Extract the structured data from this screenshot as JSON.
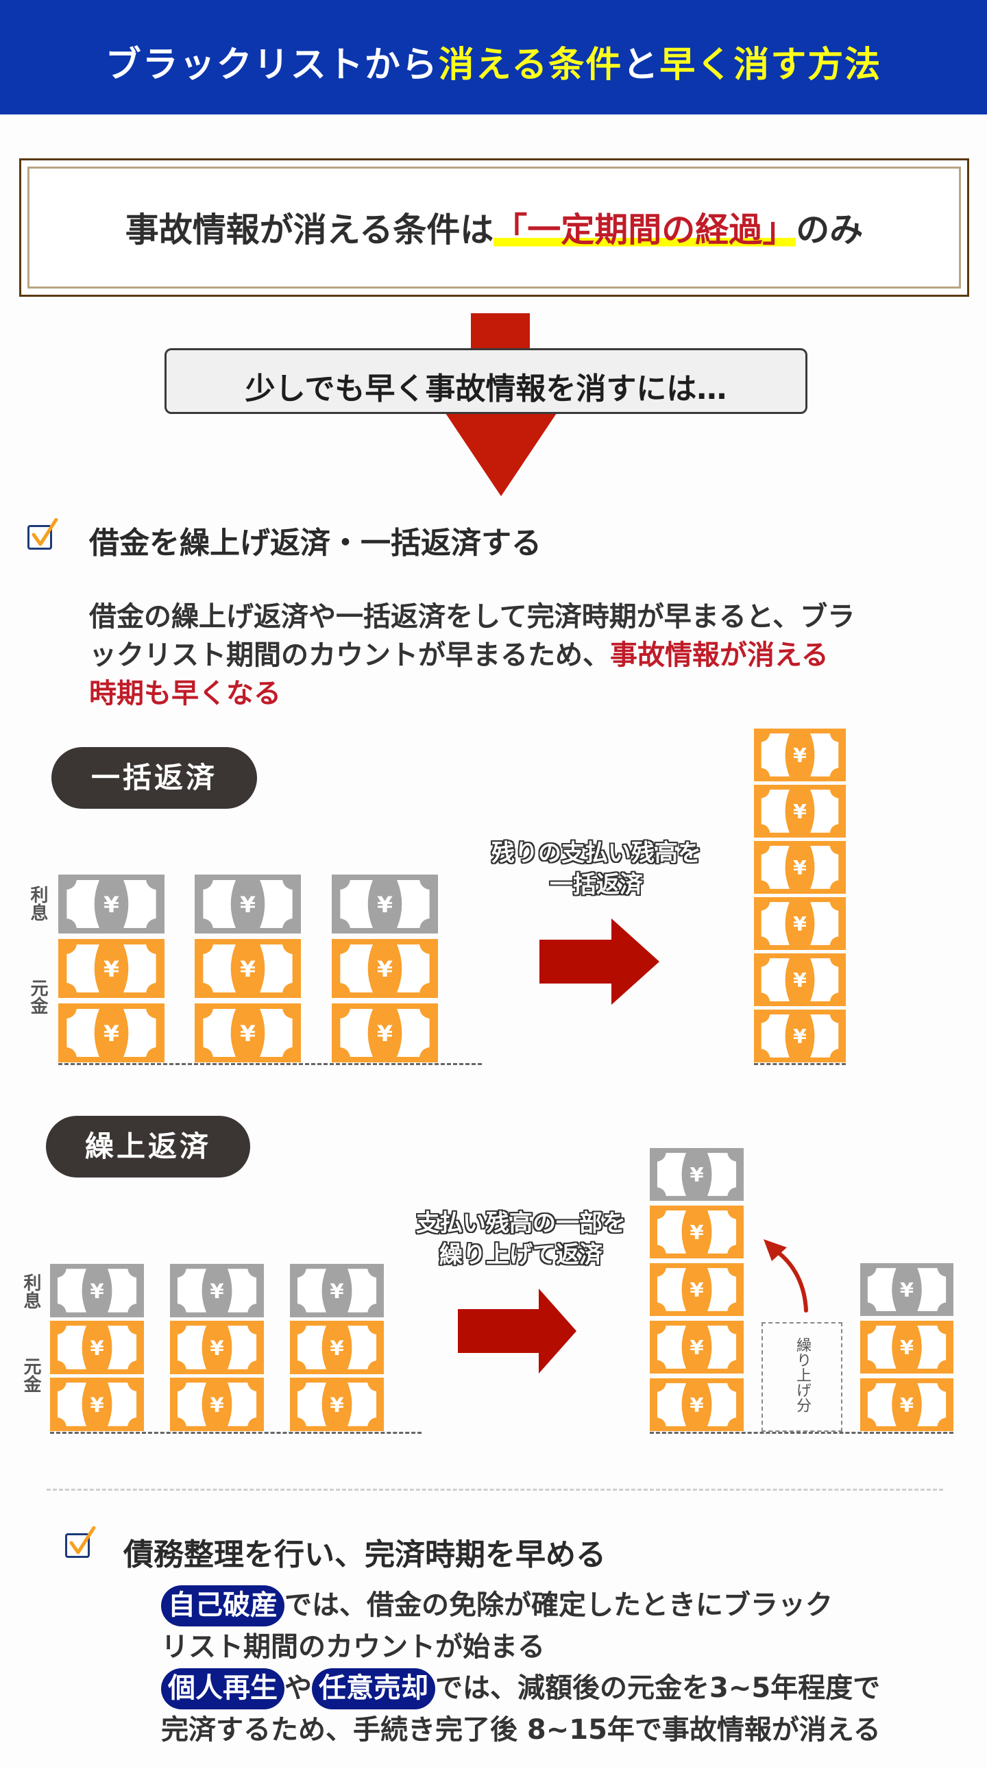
{
  "header": {
    "title_part1": "ブラックリストから",
    "title_highlight1": "消える条件",
    "title_part2": "と",
    "title_highlight2": "早く消す方法",
    "bg_color": "#0b36ae",
    "highlight_color": "#ffff1a"
  },
  "condition_box": {
    "text_before": "事故情報が消える条件は",
    "text_emphasis": "「一定期間の経過」",
    "text_after": "のみ"
  },
  "lead": {
    "text": "少しでも早く事故情報を消すには…"
  },
  "section1": {
    "icon": "checkbox-checked-icon",
    "heading": "借金を繰上げ返済・一括返済する",
    "paragraph_line1": "借金の繰上げ返済や一括返済をして完済時期が早まると、ブラ",
    "paragraph_line2_normal": "ックリスト期間のカウントが早まるため、",
    "paragraph_line2_red": "事故情報が消える",
    "paragraph_line3_red": "時期も早くなる"
  },
  "lump_sum": {
    "pill_label": "一括返済",
    "label_interest": "利息",
    "label_principal": "元金",
    "caption_line1": "残りの支払い残高を",
    "caption_line2": "一括返済",
    "before_stacks": [
      [
        "interest",
        "principal",
        "principal"
      ],
      [
        "interest",
        "principal",
        "principal"
      ],
      [
        "interest",
        "principal",
        "principal"
      ]
    ],
    "after_stack_count": 6,
    "icon": "yen-bill-icon"
  },
  "prepayment": {
    "pill_label": "繰上返済",
    "label_interest": "利息",
    "label_principal": "元金",
    "caption_line1": "支払い残高の一部を",
    "caption_line2": "繰り上げて返済",
    "before_stacks": [
      [
        "interest",
        "principal",
        "principal"
      ],
      [
        "interest",
        "principal",
        "principal"
      ],
      [
        "interest",
        "principal",
        "principal"
      ]
    ],
    "after_stack_main": [
      "interest",
      "principal",
      "principal",
      "principal",
      "principal"
    ],
    "after_stack_rest": [
      "interest",
      "principal",
      "principal"
    ],
    "moved_label": "繰り上げ分"
  },
  "section2": {
    "icon": "checkbox-checked-icon",
    "heading": "債務整理を行い、完済時期を早める",
    "badge1": "自己破産",
    "line1_rest": "では、借金の免除が確定したときにブラック",
    "line2": "リスト期間のカウントが始まる",
    "badge2": "個人再生",
    "connector": "や",
    "badge3": "任意売却",
    "line3_rest": "では、減額後の元金を3~5年程度で",
    "line4": "完済するため、手続き完了後 8~15年で事故情報が消える"
  },
  "colors": {
    "interest_bill": "#a3a3a3",
    "principal_bill": "#f9a02e",
    "arrow_red": "#b50c00",
    "emphasis_red": "#c01c28",
    "badge_navy": "#0a1a88"
  }
}
